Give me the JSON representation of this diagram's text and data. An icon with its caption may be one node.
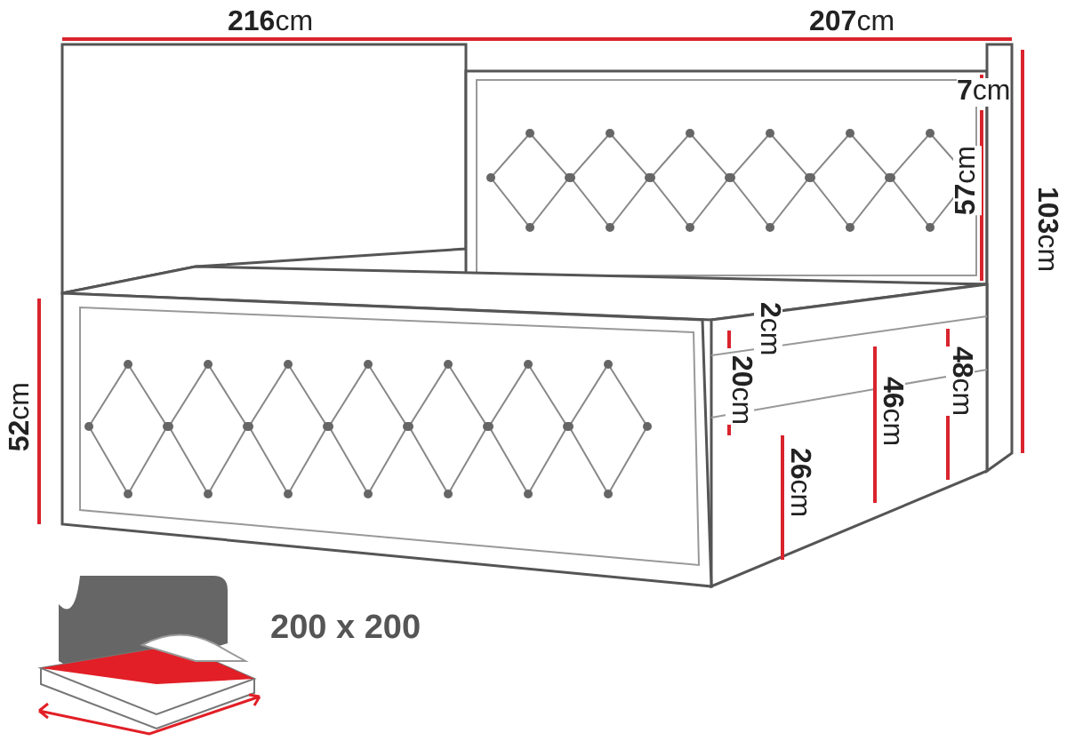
{
  "diagram": {
    "labels": [
      "**216**cm",
      "**207**cm",
      "**7**cm",
      "**57**cm",
      "**103**cm",
      "**52**cm",
      "**2**cm",
      "**20**cm",
      "**46**cm",
      "**48**cm",
      "**26**cm",
      "200 x 200"
    ]
  }
}
